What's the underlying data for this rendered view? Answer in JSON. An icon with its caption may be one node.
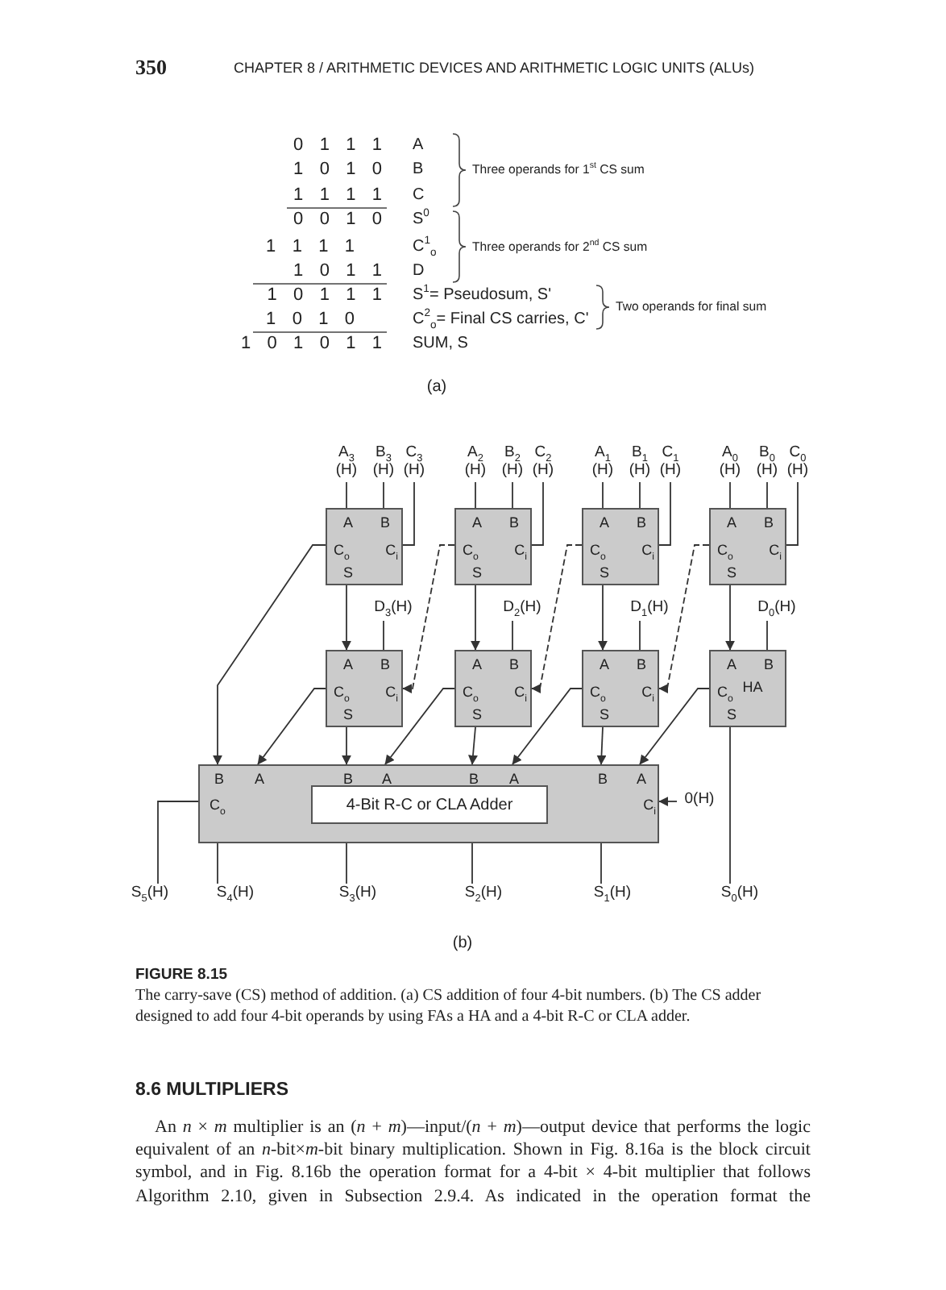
{
  "diagram": {
    "title": "FIGURE 8.15",
    "caption": "The carry-save (CS) method of addition. (a) CS addition of four 4-bit numbers. (b) The CS adder designed to add four 4-bit operands by using FAs a HA and a 4-bit R-C or CLA adder.",
    "nodes": [
      {
        "text": [
          "A$_{3}$ (H)"
        ]
      },
      {
        "text": [
          "B$_{3}$ (H)"
        ]
      },
      {
        "text": [
          "C$_{3}$ (H)"
        ]
      },
      {
        "text": [
          "A$_{2}$ (H)"
        ]
      },
      {
        "text": [
          "B$_{2}$ (H)"
        ]
      },
      {
        "text": [
          "C$_{2}$ (H)"
        ]
      },
      {
        "text": [
          "A$_{1}$ (H)"
        ]
      },
      {
        "text": [
          "B$_{1}$ (H)"
        ]
      },
      {
        "text": [
          "C$_{1}$ (H)"
        ]
      },
      {
        "text": [
          "A$_{0}$ (H)"
        ]
      },
      {
        "text": [
          "B$_{0}$ (H)"
        ]
      },
      {
        "text": [
          "C$_{0}$ (H)"
        ]
      },
      {
        "text": [
          "A",
          "B",
          "C$_{o}$",
          "C$_{i}$",
          "S"
        ]
      },
      {
        "text": [
          "A",
          "B",
          "C$_{o}$",
          "C$_{i}$",
          "S"
        ]
      },
      {
        "text": [
          "A",
          "B",
          "C$_{o}$",
          "C$_{i}$",
          "S"
        ]
      },
      {
        "text": [
          "A",
          "B",
          "C$_{o}$",
          "C$_{i}$",
          "S"
        ]
      },
      {
        "text": [
          "D$_{3}$(H)"
        ]
      },
      {
        "text": [
          "D$_{2}$(H)"
        ]
      },
      {
        "text": [
          "D$_{1}$(H)"
        ]
      },
      {
        "text": [
          "D$_{0}$(H)"
        ]
      },
      {
        "text": [
          "A",
          "B",
          "C$_{o}$",
          "C$_{i}$",
          "S"
        ]
      },
      {
        "text": [
          "A",
          "B",
          "C$_{o}$",
          "C$_{i}$",
          "S"
        ]
      },
      {
        "text": [
          "A",
          "B",
          "C$_{o}$",
          "C$_{i}$",
          "S"
        ]
      },
      {
        "text": [
          "A",
          "B",
          "C$_{o}$",
          "HA",
          "S"
        ]
      },
      {
        "text": [
          "B",
          "A",
          "B",
          "A",
          "B",
          "A",
          "B",
          "A",
          "C$_{o}$",
          "C$_{i}$"
        ]
      },
      {
        "text": [
          "4-Bit R-C or CLA Adder"
        ],
        "in": 24
      },
      {
        "text": [
          "0(H)"
        ]
      },
      {
        "text": [
          "S$_{5}$(H)"
        ]
      },
      {
        "text": [
          "S$_{4}$(H)"
        ]
      },
      {
        "text": [
          "S$_{3}$(H)"
        ]
      },
      {
        "text": [
          "S$_{2}$(H)"
        ]
      },
      {
        "text": [
          "S$_{1}$(H)"
        ]
      },
      {
        "text": [
          "S$_{0}$(H)"
        ]
      }
    ],
    "edges": [
      {
        "from": 0,
        "to": 12,
        "arrow": "none"
      },
      {
        "from": 1,
        "to": 12,
        "arrow": "none"
      },
      {
        "from": 2,
        "to": 12,
        "arrow": "none"
      },
      {
        "from": 3,
        "to": 13,
        "arrow": "none"
      },
      {
        "from": 4,
        "to": 13,
        "arrow": "none"
      },
      {
        "from": 5,
        "to": 13,
        "arrow": "none"
      },
      {
        "from": 6,
        "to": 14,
        "arrow": "none"
      },
      {
        "from": 7,
        "to": 14,
        "arrow": "none"
      },
      {
        "from": 8,
        "to": 14,
        "arrow": "none"
      },
      {
        "from": 9,
        "to": 15,
        "arrow": "none"
      },
      {
        "from": 10,
        "to": 15,
        "arrow": "none"
      },
      {
        "from": 11,
        "to": 15,
        "arrow": "none"
      },
      {
        "from": 12,
        "to": 20,
        "arrow": "to"
      },
      {
        "from": 13,
        "to": 21,
        "arrow": "to"
      },
      {
        "from": 14,
        "to": 22,
        "arrow": "to"
      },
      {
        "from": 15,
        "to": 23,
        "arrow": "to"
      },
      {
        "from": 16,
        "to": 20,
        "arrow": "none"
      },
      {
        "from": 17,
        "to": 21,
        "arrow": "none"
      },
      {
        "from": 18,
        "to": 22,
        "arrow": "none"
      },
      {
        "from": 19,
        "to": 23,
        "arrow": "none"
      },
      {
        "from": 12,
        "to": 24,
        "arrow": "to"
      },
      {
        "from": 13,
        "to": 20,
        "arrow": "to",
        "style": "dashed"
      },
      {
        "from": 14,
        "to": 21,
        "arrow": "to",
        "style": "dashed"
      },
      {
        "from": 15,
        "to": 22,
        "arrow": "to",
        "style": "dashed"
      },
      {
        "from": 20,
        "to": 24,
        "arrow": "to"
      },
      {
        "from": 21,
        "to": 24,
        "arrow": "to"
      },
      {
        "from": 22,
        "to": 24,
        "arrow": "to"
      },
      {
        "from": 23,
        "to": 24,
        "arrow": "to"
      },
      {
        "from": 20,
        "to": 24,
        "arrow": "to"
      },
      {
        "from": 21,
        "to": 24,
        "arrow": "to"
      },
      {
        "from": 22,
        "to": 24,
        "arrow": "to"
      },
      {
        "from": 23,
        "to": 32,
        "arrow": "none"
      },
      {
        "from": 26,
        "to": 24,
        "arrow": "to"
      },
      {
        "from": 24,
        "to": 27,
        "arrow": "none"
      },
      {
        "from": 24,
        "to": 28,
        "arrow": "none"
      },
      {
        "from": 24,
        "to": 29,
        "arrow": "none"
      },
      {
        "from": 24,
        "to": 30,
        "arrow": "none"
      },
      {
        "from": 24,
        "to": 31,
        "arrow": "none"
      }
    ],
    "labels": [
      "350",
      "CHAPTER 8 / ARITHMETIC DEVICES AND ARITHMETIC LOGIC UNITS (ALUs)",
      "0 1 1 1",
      "A",
      "1 0 1 0",
      "B",
      "Three operands for 1$^{st}$ CS sum",
      "1 1 1 1",
      "C",
      "0 0 1 0",
      "S$^{0}$",
      "1 1 1 1",
      "C$^{1}$$_{o}$",
      "Three operands for 2$^{nd}$ CS sum",
      "1 0 1 1",
      "D",
      "1 0 1 1 1",
      "S$^{1}$= Pseudosum, S'",
      "Two operands for final sum",
      "1 0 1 0",
      "C$^{2}$$_{o}$= Final CS carries, C'",
      "1 0 1 0 1 1",
      "SUM, S",
      "(a)",
      "(b)",
      "8.6 MULTIPLIERS",
      "An *n* × *m* multiplier is an (*n* + *m*)—input/(*n* + *m*)—output device that performs the logic equivalent of an *n*-bit×*m*-bit binary multiplication. Shown in Fig. 8.16a is the block circuit symbol, and in Fig. 8.16b the operation format for a 4-bit × 4-bit multiplier that follows Algorithm 2.10, given in Subsection 2.9.4. As indicated in the operation format the"
    ]
  }
}
